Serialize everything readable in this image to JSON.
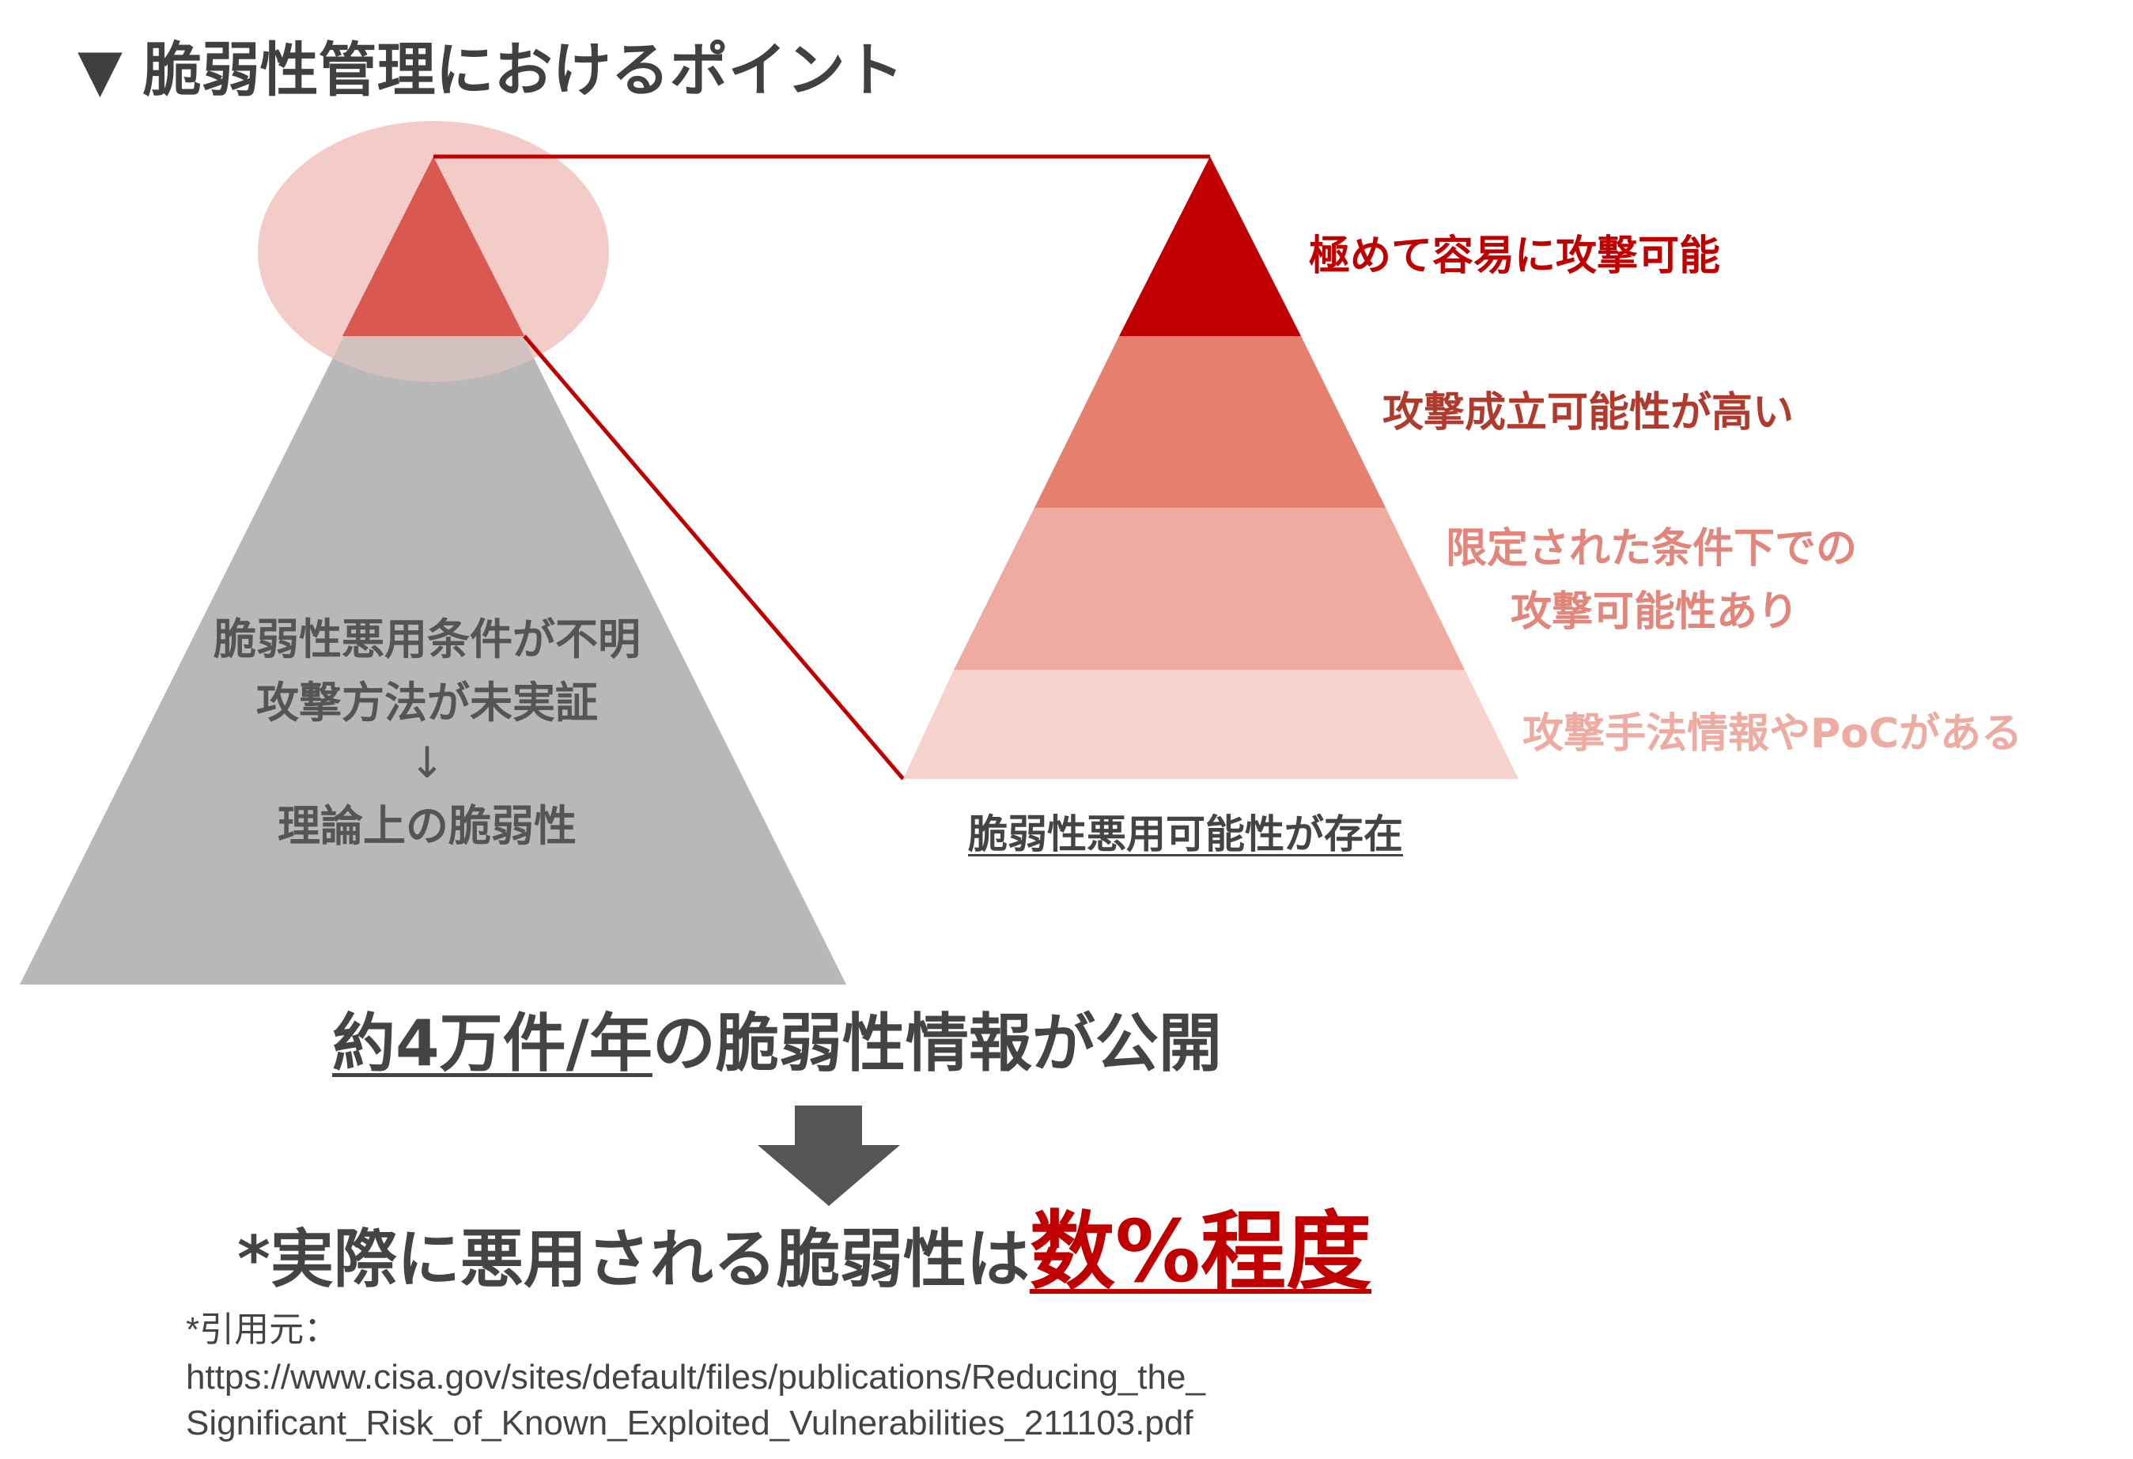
{
  "title": "▼ 脆弱性管理におけるポイント",
  "colors": {
    "gray_pyramid": "#b8b8b8",
    "top_highlight": "#d95852",
    "ellipse": "#f4cdc7",
    "connector": "#c00000",
    "tier1": "#c00000",
    "tier2": "#e5806e",
    "tier3": "#efaba0",
    "tier4": "#f6d3cd",
    "arrow": "#555555"
  },
  "left_pyramid": {
    "line1": "脆弱性悪用条件が不明",
    "line2": "攻撃方法が未実証",
    "arrow": "↓",
    "line3": "理論上の脆弱性"
  },
  "right_pyramid": {
    "tier1": "極めて容易に攻撃可能",
    "tier2": "攻撃成立可能性が高い",
    "tier3_line1": "限定された条件下での",
    "tier3_line2": "攻撃可能性あり",
    "tier4": "攻撃手法情報やPoCがある",
    "caption": "脆弱性悪用可能性が存在"
  },
  "stat": {
    "underlined": "約4万件/年",
    "rest": "の脆弱性情報が公開"
  },
  "conclusion": {
    "prefix": "*実際に悪用される脆弱性は",
    "highlight": "数%程度"
  },
  "citation": {
    "label": "*引用元：",
    "url_line1": "https://www.cisa.gov/sites/default/files/publications/Reducing_the_",
    "url_line2": "Significant_Risk_of_Known_Exploited_Vulnerabilities_211103.pdf"
  }
}
